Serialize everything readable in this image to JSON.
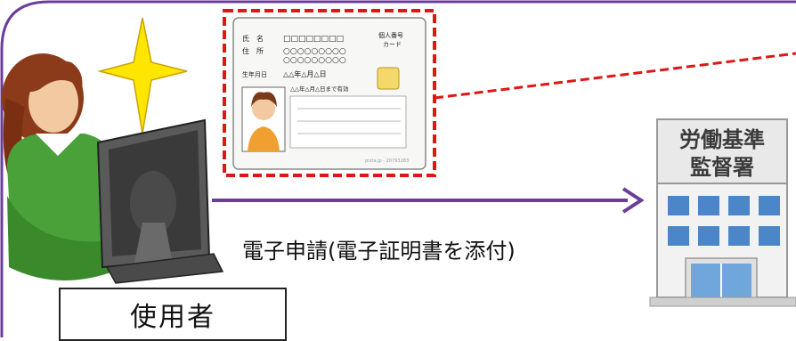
{
  "diagram": {
    "user_label": "使用者",
    "flow_label": "電子申請(電子証明書を添付)",
    "office_sign": [
      "労働基準",
      "監督署"
    ],
    "card": {
      "name_label": "氏　名",
      "name_value": "□□□□□□□□",
      "address_label": "住　所",
      "address_value_1": "○○○○○○○○○",
      "address_value_2": "○○○○○○○○○",
      "birth_label": "生年月日",
      "birth_value": "△△年△月△日",
      "expiry": "△△年△月△日まで有効",
      "title_1": "個人番号",
      "title_2": "カード",
      "credit": "pixta.jp - 20793283"
    },
    "colors": {
      "frame": "#6a3d9a",
      "arrow": "#6a3d9a",
      "dashed": "#e01515",
      "star": "#ffe600",
      "building": "#4a86c8"
    }
  }
}
